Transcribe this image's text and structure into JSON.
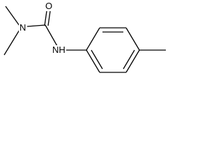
{
  "molecule": {
    "atoms": {
      "oxygen": "O",
      "amide_nitrogen": "N",
      "aniline_nitrogen": "NH"
    },
    "colors": {
      "bond": "#000000",
      "label": "#000000",
      "background": "#ffffff"
    }
  }
}
